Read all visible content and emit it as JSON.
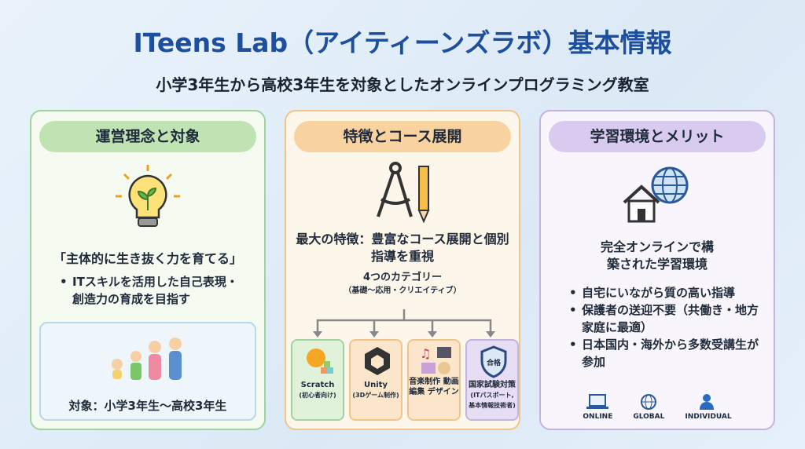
{
  "title": "ITeens Lab（アイティーンズラボ）基本情報",
  "subtitle": "小学3年生から高校3年生を対象としたオンラインプログラミング教室",
  "left": {
    "header": "運営理念と対象",
    "motto": "「主体的に生き抜く力を育てる」",
    "bullets": [
      "ITスキルを活用した自己表現・創造力の育成を目指す"
    ],
    "target": "対象：小学3年生〜高校3年生"
  },
  "middle": {
    "header": "特徴とコース展開",
    "feature": "最大の特徴：豊富なコース展開と個別指導を重視",
    "categories_title": "4つのカテゴリー",
    "categories_sub": "（基礎〜応用・クリエイティブ）",
    "categories": [
      {
        "name": "Scratch",
        "note": "(初心者向け)"
      },
      {
        "name": "Unity",
        "note": "(3Dゲーム制作)"
      },
      {
        "name": "音楽制作 動画編集 デザイン",
        "note": ""
      },
      {
        "name": "国家試験対策",
        "note": "(ITパスポート, 基本情報技術者)",
        "badge": "合格"
      }
    ]
  },
  "right": {
    "header": "学習環境とメリット",
    "lead": "完全オンラインで構築された学習環境",
    "bullets": [
      "自宅にいながら質の高い指導",
      "保護者の送迎不要（共働き・地方家庭に最適）",
      "日本国内・海外から多数受講生が参加"
    ],
    "legend": [
      "ONLINE",
      "GLOBAL",
      "INDIVIDUAL"
    ]
  }
}
